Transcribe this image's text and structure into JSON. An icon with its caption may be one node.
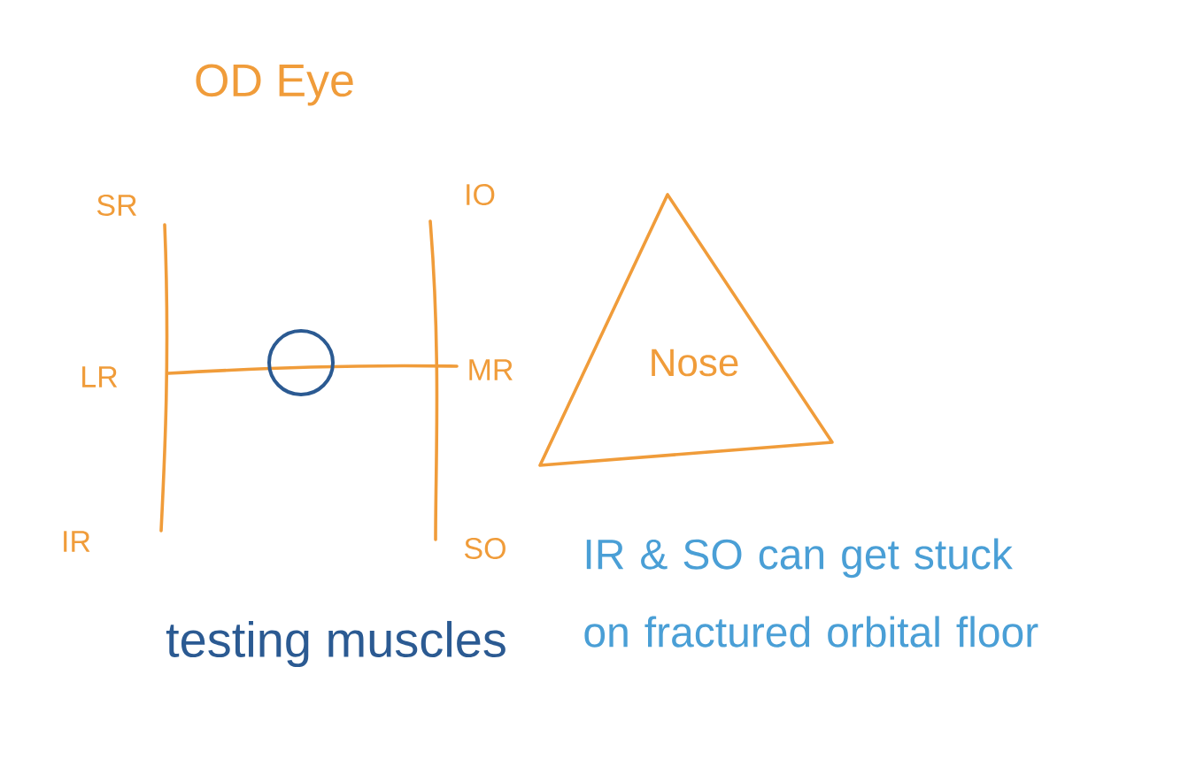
{
  "diagram": {
    "title": "OD Eye",
    "nodes": [
      {
        "text": [
          "Nose"
        ]
      }
    ],
    "labels": [
      "SR",
      "IO",
      "LR",
      "MR",
      "IR",
      "SO",
      "testing muscles",
      "IR & SO can get stuck on fractured orbital floor"
    ]
  }
}
